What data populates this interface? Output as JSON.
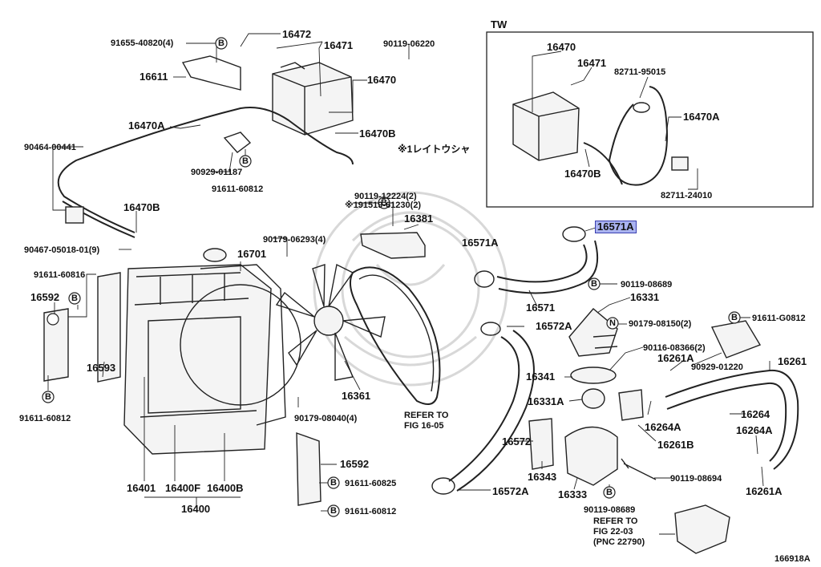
{
  "inset_title": "TW",
  "diagram_id": "166918A",
  "badge_letters": {
    "b": "B",
    "n": "N"
  },
  "notes": {
    "replace_japanese": "※1レイトウシャ",
    "refer_1605": "REFER TO\nFIG 16-05",
    "refer_2203": "REFER TO\nFIG 22-03\n(PNC 22790)"
  },
  "labels": {
    "p91655_40820": "91655-40820(4)",
    "p16472": "16472",
    "p16471_top": "16471",
    "p90119_06220": "90119-06220",
    "p16611": "16611",
    "p16470_top": "16470",
    "p16470a_top": "16470A",
    "p16470b_top": "16470B",
    "p90464_00441": "90464-00441",
    "p90929_01187": "90929-01187",
    "p91611_60812_top": "91611-60812",
    "p16470b_left": "16470B",
    "p90119_12224": "90119-12224(2)",
    "p91519_61230": "※191519-61230(2)",
    "p16381": "16381",
    "p90467_05018": "90467-05018-01(9)",
    "p90179_06293": "90179-06293(4)",
    "p16701": "16701",
    "p91611_60816": "91611-60816",
    "p16592_left": "16592",
    "p16593": "16593",
    "p91611_60812_left": "91611-60812",
    "p16361": "16361",
    "p90179_08040": "90179-08040(4)",
    "p16592_mid": "16592",
    "p91611_60825": "91611-60825",
    "p91611_60812_bot": "91611-60812",
    "p16401": "16401",
    "p16400f": "16400F",
    "p16400b": "16400B",
    "p16400": "16400",
    "tw_16470": "16470",
    "tw_16471": "16471",
    "tw_82711_95015": "82711-95015",
    "tw_16470a": "16470A",
    "tw_16470b": "16470B",
    "tw_82711_24010": "82711-24010",
    "p16571a_hl": "16571A",
    "p16571a": "16571A",
    "p90119_08689_top": "90119-08689",
    "p16571": "16571",
    "p16331": "16331",
    "p16572a_top": "16572A",
    "p90179_08150": "90179-08150(2)",
    "p91611_g0812": "91611-G0812",
    "p90116_08366": "90116-08366(2)",
    "p16261a_top": "16261A",
    "p90929_01220": "90929-01220",
    "p16261": "16261",
    "p16341": "16341",
    "p16331a": "16331A",
    "p16264a_mid": "16264A",
    "p16261b": "16261B",
    "p16264": "16264",
    "p16264a_right": "16264A",
    "p16572": "16572",
    "p16343": "16343",
    "p16333": "16333",
    "p90119_08694": "90119-08694",
    "p16261a_bot": "16261A",
    "p16572a_bot": "16572A",
    "p90119_08689_bot": "90119-08689"
  }
}
